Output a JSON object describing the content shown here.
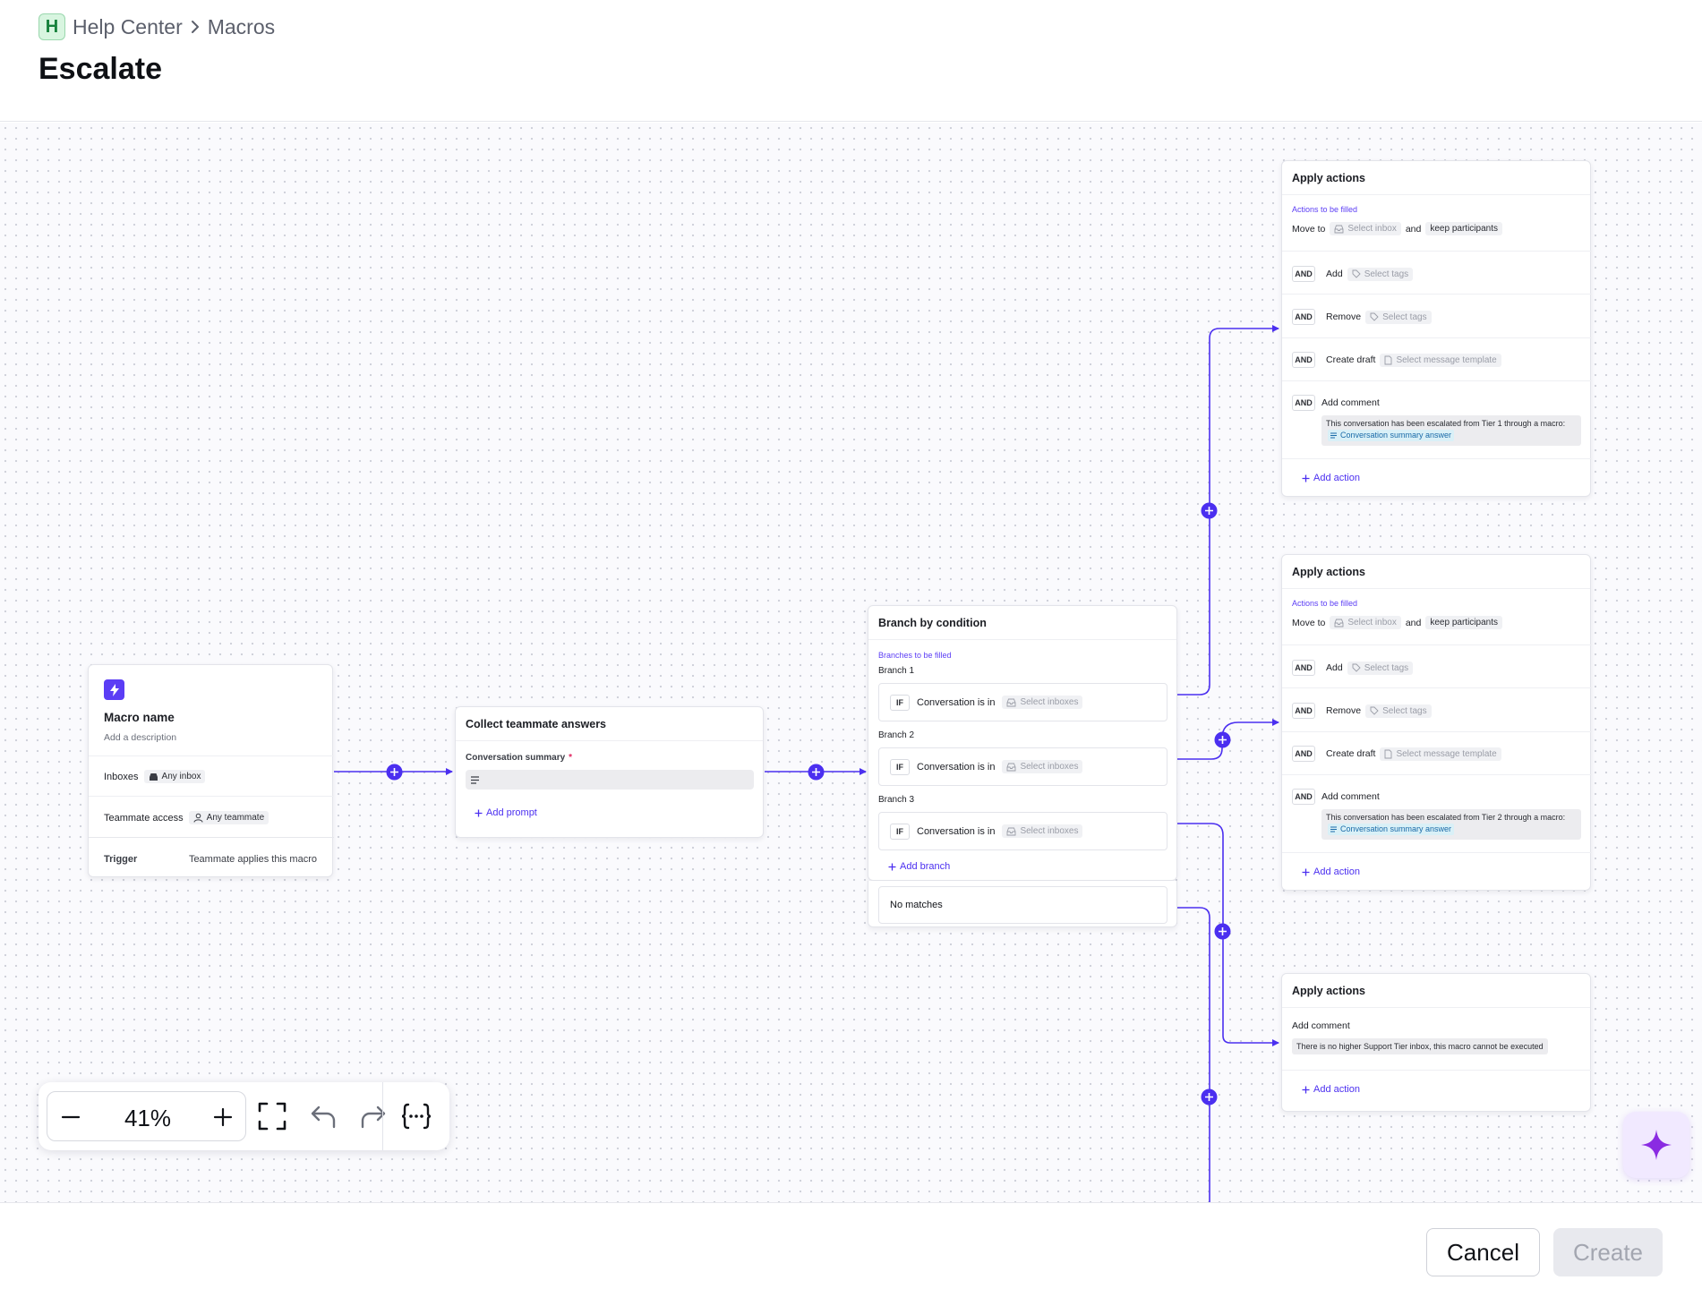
{
  "header": {
    "logo_letter": "H",
    "breadcrumb": [
      "Help Center",
      "Macros"
    ],
    "title": "Escalate"
  },
  "macro_node": {
    "title": "Macro name",
    "description": "Add a description",
    "inboxes_label": "Inboxes",
    "inboxes_value": "Any inbox",
    "access_label": "Teammate access",
    "access_value": "Any teammate",
    "trigger_label": "Trigger",
    "trigger_value": "Teammate applies this macro"
  },
  "collect_node": {
    "title": "Collect teammate answers",
    "field_label": "Conversation summary",
    "required_mark": "*",
    "add_prompt": "Add prompt"
  },
  "branch_node": {
    "title": "Branch by condition",
    "hint": "Branches to be filled",
    "branches": [
      {
        "label": "Branch 1",
        "if": "IF",
        "condition": "Conversation is in",
        "placeholder": "Select inboxes"
      },
      {
        "label": "Branch 2",
        "if": "IF",
        "condition": "Conversation is in",
        "placeholder": "Select inboxes"
      },
      {
        "label": "Branch 3",
        "if": "IF",
        "condition": "Conversation is in",
        "placeholder": "Select inboxes"
      }
    ],
    "add_branch": "Add branch",
    "no_matches": "No matches"
  },
  "action_nodes": [
    {
      "title": "Apply actions",
      "hint": "Actions to be filled",
      "move_to": "Move to",
      "select_inbox": "Select inbox",
      "and_text": "and",
      "keep": "keep participants",
      "and_tag": "AND",
      "add": "Add",
      "remove": "Remove",
      "select_tags": "Select tags",
      "create_draft": "Create draft",
      "select_template": "Select message template",
      "add_comment": "Add comment",
      "comment_text": "This conversation has been escalated from Tier 1 through a macro:",
      "comment_chip": "Conversation summary answer",
      "add_action": "Add action"
    },
    {
      "title": "Apply actions",
      "hint": "Actions to be filled",
      "move_to": "Move to",
      "select_inbox": "Select inbox",
      "and_text": "and",
      "keep": "keep participants",
      "and_tag": "AND",
      "add": "Add",
      "remove": "Remove",
      "select_tags": "Select tags",
      "create_draft": "Create draft",
      "select_template": "Select message template",
      "add_comment": "Add comment",
      "comment_text": "This conversation has been escalated from Tier 2 through a macro:",
      "comment_chip": "Conversation summary answer",
      "add_action": "Add action"
    },
    {
      "title": "Apply actions",
      "add_comment": "Add comment",
      "comment_text": "There is no higher Support Tier inbox, this macro cannot be executed",
      "add_action": "Add action"
    }
  ],
  "toolbar": {
    "zoom": "41%",
    "icons": [
      "minus-icon",
      "plus-icon",
      "fit-screen-icon",
      "undo-icon",
      "redo-icon",
      "variables-icon"
    ]
  },
  "footer": {
    "cancel": "Cancel",
    "create": "Create"
  },
  "colors": {
    "accent": "#4b2ff0",
    "edge": "#4b2ff0",
    "ai_button_bg": "#f1e9ff",
    "ai_star": "#8a2be2"
  }
}
